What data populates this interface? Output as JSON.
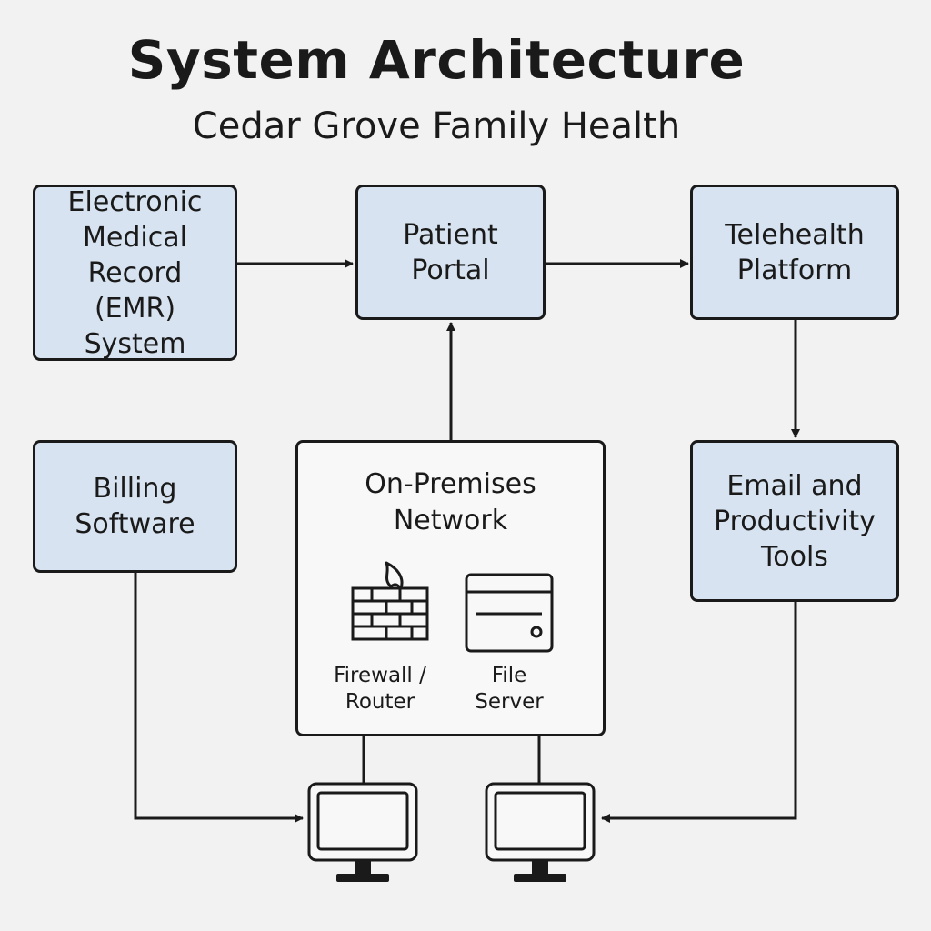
{
  "header": {
    "title": "System Architecture",
    "subtitle": "Cedar Grove Family Health"
  },
  "nodes": {
    "emr": "Electronic\nMedical\nRecord\n(EMR) System",
    "portal": "Patient\nPortal",
    "telehealth": "Telehealth\nPlatform",
    "billing": "Billing\nSoftware",
    "email": "Email and\nProductivity\nTools",
    "network": {
      "title": "On-Premises\nNetwork",
      "firewall_label": "Firewall /\nRouter",
      "server_label": "File\nServer"
    }
  },
  "icons": [
    "firewall-icon",
    "file-server-icon",
    "workstation-icon"
  ],
  "colors": {
    "box_fill": "#d7e3f0",
    "network_fill": "#f8f8f8",
    "stroke": "#1a1a1a",
    "background": "#f2f2f2"
  }
}
